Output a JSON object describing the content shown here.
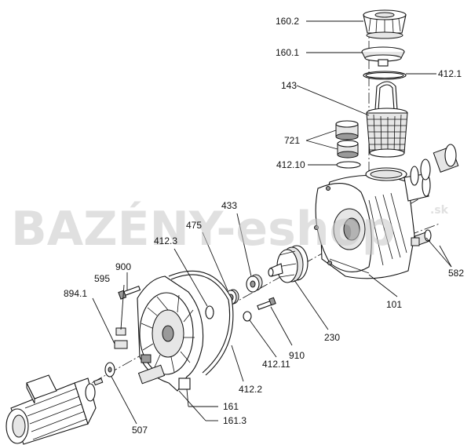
{
  "watermark": {
    "main": "BAZÉNY-eshop",
    "suffix": ".sk"
  },
  "labels": {
    "l160_2": "160.2",
    "l160_1": "160.1",
    "l412_1": "412.1",
    "l143": "143",
    "l721": "721",
    "l412_10": "412.10",
    "l433": "433",
    "l475": "475",
    "l412_3": "412.3",
    "l900": "900",
    "l595": "595",
    "l894_1": "894.1",
    "l582": "582",
    "l101": "101",
    "l230": "230",
    "l910": "910",
    "l412_11": "412.11",
    "l412_2": "412.2",
    "l161": "161",
    "l161_3": "161.3",
    "l507": "507"
  }
}
